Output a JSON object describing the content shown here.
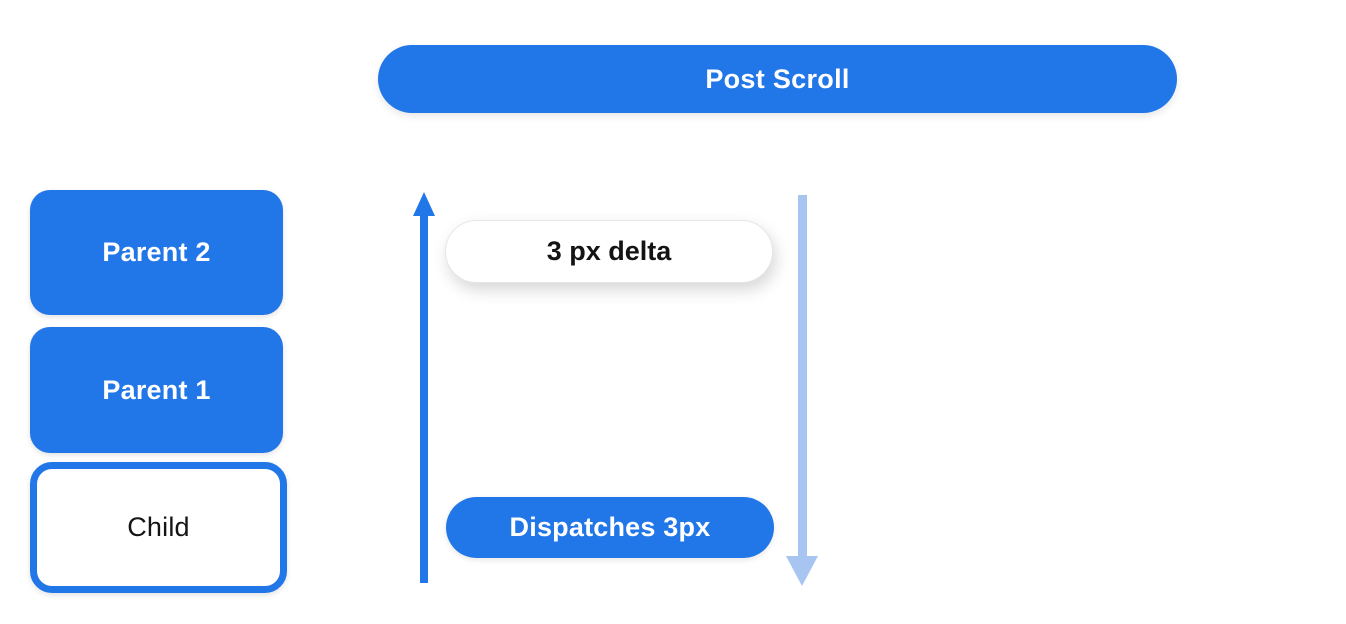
{
  "banner": {
    "label": "Post Scroll"
  },
  "nodes": {
    "parent2": {
      "label": "Parent 2"
    },
    "parent1": {
      "label": "Parent 1"
    },
    "child": {
      "label": "Child"
    }
  },
  "annotations": {
    "delta": {
      "label": "3 px delta"
    },
    "dispatch": {
      "label": "Dispatches 3px"
    }
  },
  "icons": {
    "up_arrow": "arrow-up-icon",
    "down_arrow": "arrow-down-icon"
  },
  "colors": {
    "blue": "#2176E8",
    "light_blue": "#A8C5F2",
    "white": "#FFFFFF",
    "text_dark": "#141414",
    "pill_border": "#E4E6E8"
  }
}
